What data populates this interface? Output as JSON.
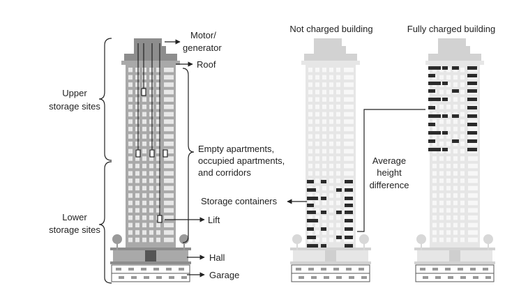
{
  "labels": {
    "motor_generator_line1": "Motor/",
    "motor_generator_line2": "generator",
    "roof": "Roof",
    "upper_line1": "Upper",
    "upper_line2": "storage sites",
    "empty_line1": "Empty apartments,",
    "empty_line2": "occupied apartments,",
    "empty_line3": "and corridors",
    "lower_line1": "Lower",
    "lower_line2": "storage sites",
    "lift": "Lift",
    "hall": "Hall",
    "garage": "Garage",
    "not_charged": "Not charged building",
    "fully_charged": "Fully charged building",
    "storage_containers": "Storage containers",
    "avg_line1": "Average",
    "avg_line2": "height",
    "avg_line3": "difference"
  },
  "colors": {
    "building_main": "#a9a9a9",
    "building_faded": "#e6e6e6",
    "window_main": "#e8e8e8",
    "window_faded": "#f7f7f7",
    "container": "#2b2b2b",
    "line": "#222222"
  }
}
